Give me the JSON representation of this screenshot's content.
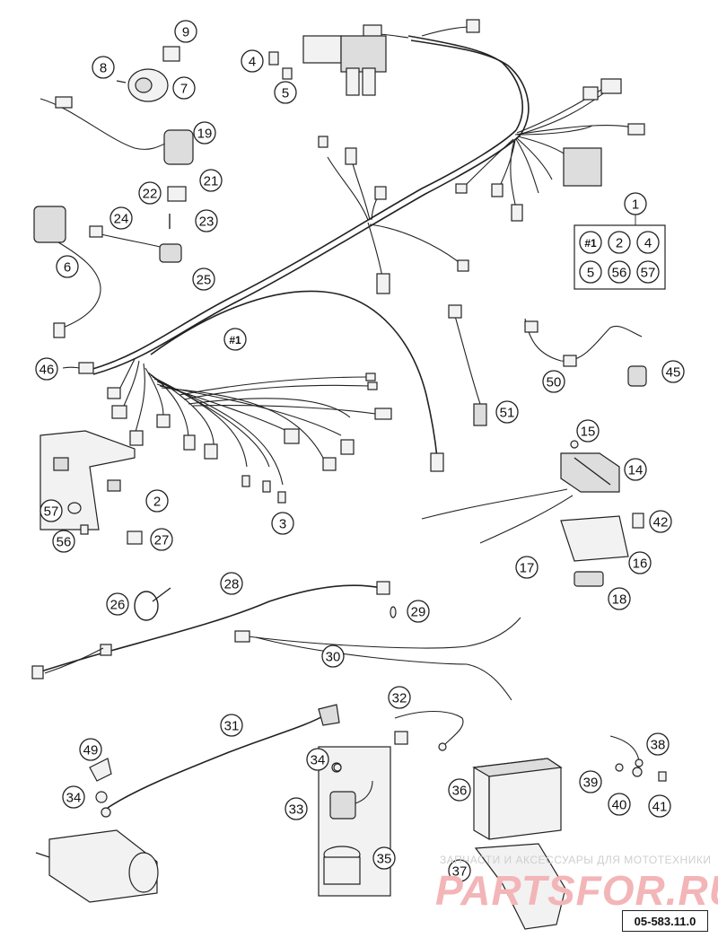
{
  "drawing_number": "05-583.11.0",
  "watermark": {
    "text": "ЗАПЧАСТИ И АКСЕССУАРЫ ДЛЯ МОТОТЕХНИКИ",
    "logo": "PARTSFOR.RU"
  },
  "callouts": [
    "1",
    "#1",
    "2",
    "4",
    "5",
    "56",
    "57",
    "#1",
    "2",
    "3",
    "4",
    "5",
    "6",
    "7",
    "8",
    "9",
    "14",
    "15",
    "16",
    "17",
    "18",
    "19",
    "21",
    "22",
    "23",
    "24",
    "25",
    "26",
    "27",
    "28",
    "29",
    "30",
    "31",
    "32",
    "33",
    "34",
    "34",
    "35",
    "36",
    "37",
    "38",
    "39",
    "40",
    "41",
    "42",
    "45",
    "46",
    "49",
    "50",
    "51",
    "56",
    "57"
  ],
  "kit_contents_label": "1",
  "kit_contents": [
    "#1",
    "2",
    "4",
    "5",
    "56",
    "57"
  ]
}
